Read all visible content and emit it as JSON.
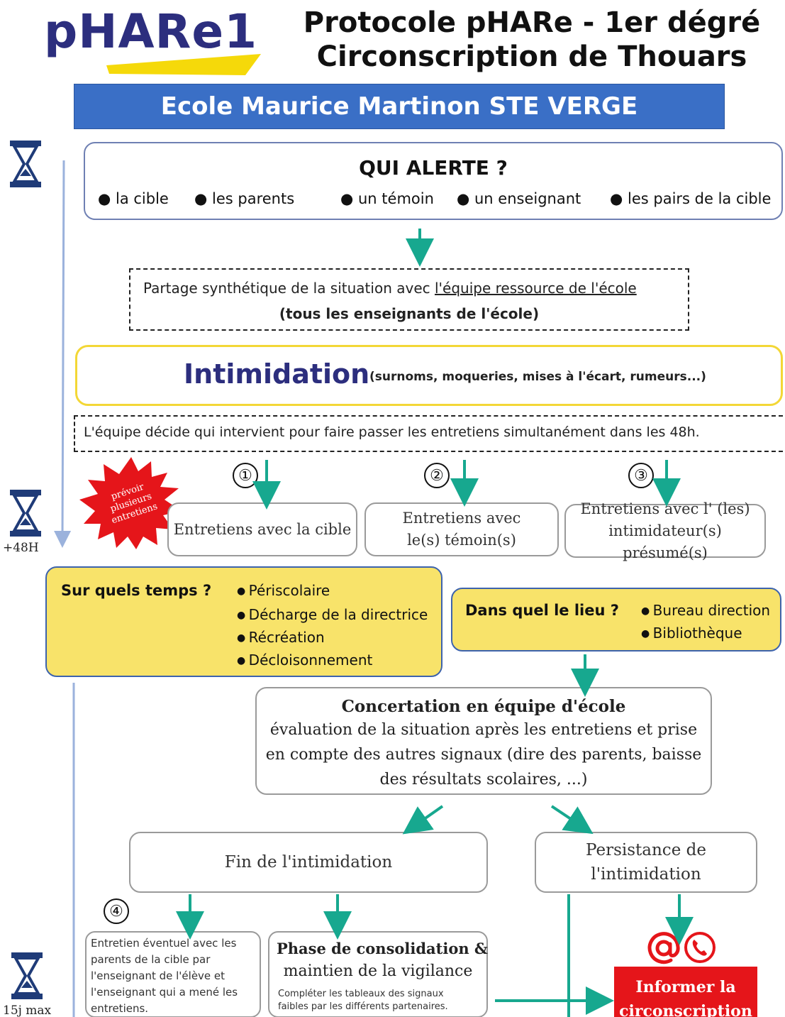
{
  "header": {
    "logo_text": "pHARe1",
    "title_line1": "Protocole pHARe - 1er dégré",
    "title_line2": "Circonscription de Thouars"
  },
  "school_banner": "Ecole Maurice Martinon STE VERGE",
  "alerte": {
    "title": "QUI ALERTE ?",
    "items": [
      "la cible",
      "les parents",
      "un témoin",
      "un enseignant",
      "les pairs de la cible"
    ]
  },
  "partage": {
    "prefix": "Partage synthétique de la situation avec ",
    "underlined": "l'équipe ressource de l'école",
    "line2": "(tous les enseignants de l'école)"
  },
  "intimidation": {
    "title": "Intimidation",
    "subtitle": "(surnoms, moqueries, mises à l'écart, rumeurs...)"
  },
  "decision_text": "L'équipe décide qui intervient pour faire passer les entretiens simultanément dans les 48h.",
  "starburst_text": [
    "prévoir",
    "plusieurs",
    "entretiens"
  ],
  "entretiens": [
    {
      "num": "①",
      "label": "Entretiens avec la cible"
    },
    {
      "num": "②",
      "label": "Entretiens avec le(s) témoin(s)"
    },
    {
      "num": "③",
      "label": "Entretiens avec l' (les) intimidateur(s) présumé(s)"
    }
  ],
  "timeline": {
    "label_48h": "+48H",
    "label_15j": "15j max"
  },
  "sur_quels_temps": {
    "title": "Sur quels temps ?",
    "items": [
      "Périscolaire",
      "Décharge de la directrice",
      "Récréation",
      "Décloisonnement"
    ]
  },
  "dans_quel_lieu": {
    "title": "Dans quel le lieu ?",
    "items": [
      "Bureau direction",
      "Bibliothèque"
    ]
  },
  "concertation": {
    "title": "Concertation en équipe d'école",
    "body": "évaluation de la situation après les entretiens et prise en compte des autres signaux (dire des parents, baisse des résultats scolaires, ...)"
  },
  "fin": "Fin de l'intimidation",
  "persistance": "Persistance de l'intimidation",
  "step4_num": "④",
  "entretien_parents": "Entretien éventuel avec les parents de la cible par l'enseignant de l'élève et l'enseignant qui a mené les entretiens.",
  "consolidation": {
    "title": "Phase de consolidation &",
    "subtitle": "maintien de la vigilance",
    "note": "Compléter les tableaux des signaux faibles par les différents partenaires."
  },
  "informer": "Informer la circonscription",
  "contact_icons": [
    "at-icon",
    "phone-icon"
  ],
  "colors": {
    "banner_blue": "#3a6fc6",
    "logo_navy": "#2c2e7e",
    "logo_yellow": "#f5d90a",
    "arrow_teal": "#17a88f",
    "highlight_yellow": "#f8e36a",
    "alert_red": "#e5151a"
  }
}
